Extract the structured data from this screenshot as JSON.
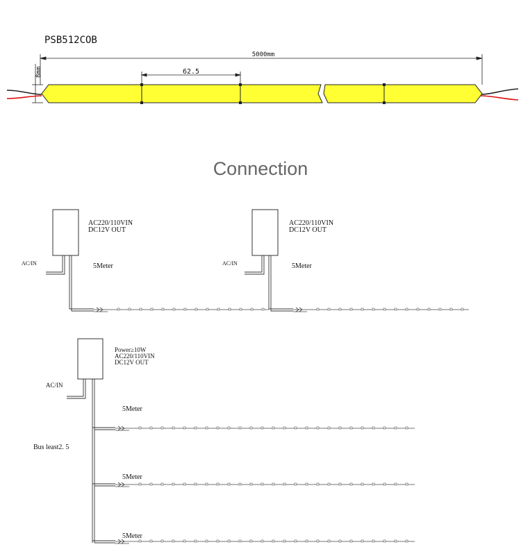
{
  "header": {
    "model": "PSB512COB",
    "total_length": "5000mm",
    "width": "8mm",
    "segment_length": "62.5",
    "strip_color": "#ffff33"
  },
  "section_title": "Connection",
  "diagram1": {
    "left": {
      "psu_line1": "AC220/110VIN",
      "psu_line2": "DC12V OUT",
      "input_label": "AC/IN",
      "length_label": "5Meter"
    },
    "right": {
      "psu_line1": "AC220/110VIN",
      "psu_line2": "DC12V OUT",
      "input_label": "AC/IN",
      "length_label": "5Meter"
    }
  },
  "diagram2": {
    "psu_line1": "Power≥10W",
    "psu_line2": "AC220/110VIN",
    "psu_line3": "DC12V OUT",
    "input_label": "AC/IN",
    "bus_label": "Bus least2. 5",
    "branches": [
      {
        "length_label": "5Meter"
      },
      {
        "length_label": "5Meter"
      },
      {
        "length_label": "5Meter"
      }
    ]
  }
}
